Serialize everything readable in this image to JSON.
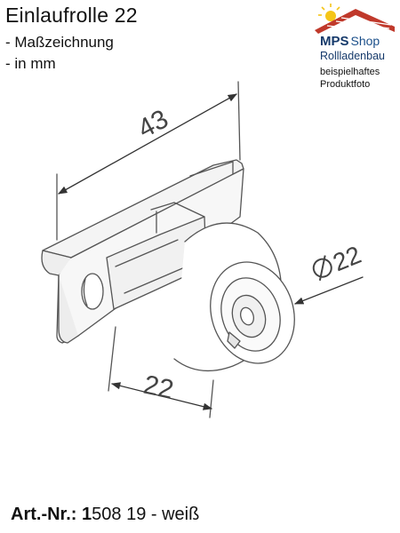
{
  "title": "Einlaufrolle 22",
  "notes": [
    "- Maßzeichnung",
    "- in mm"
  ],
  "logo": {
    "brand": "MPS",
    "shop": "Shop",
    "sub": "Rollladenbau",
    "note_line1": "beispielhaftes",
    "note_line2": "Produktfoto",
    "colors": {
      "brand": "#163a6b",
      "roof": "#c0392b",
      "sun": "#f5c518"
    }
  },
  "dimensions": {
    "length": "43",
    "width": "22",
    "diameter": "22"
  },
  "article": {
    "label": "Art.-Nr.:",
    "number_bold": "1",
    "number_rest": "508 19 - weiß"
  }
}
